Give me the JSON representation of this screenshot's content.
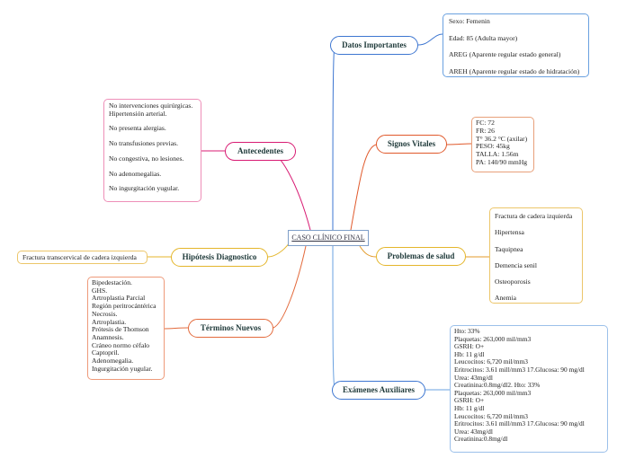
{
  "center": {
    "title": "CASO CLÍNICO FINAL"
  },
  "colors": {
    "blue": "#3d76d1",
    "red": "#e0592b",
    "orange": "#e39b2b",
    "magenta": "#d81b73",
    "amber": "#e4b62b",
    "coral": "#e36a3c",
    "lightblue": "#6aa1e0"
  },
  "branches": {
    "datos": {
      "label": "Datos Importantes",
      "lines": [
        "Sexo: Femenin",
        "Edad: 85 (Adulta mayor)",
        "AREG (Aparente regular estado general)",
        "AREH (Aparente regular estado de hidratación)"
      ]
    },
    "signos": {
      "label": "Signos Vitales",
      "lines": [
        "FC: 72",
        "FR: 26",
        "T° 36.2 °C (axilar)",
        "PESO: 45kg",
        "TALLA: 1.56m",
        "PA: 140/90 mmHg"
      ]
    },
    "problemas": {
      "label": "Problemas de salud",
      "lines": [
        "Fractura de cadera izquierda",
        "Hipertensa",
        "Taquipnea",
        "Demencia senil",
        "Osteoporosis",
        "Anemia"
      ]
    },
    "examenes": {
      "label": "Exámenes Auxiliares",
      "lines_a": [
        "Hto: 33%",
        "Plaquetas: 263,000 mil/mm3",
        "GSRH: O+",
        "Hb: 11 g/dl",
        "Leucocitos: 6,720 mil/mm3"
      ],
      "row_a": {
        "left": "Eritrocitos: 3.61 mill/mm3",
        "right": "17.Glucosa: 90 mg/dl"
      },
      "lines_b": [
        "Urea: 43mg/dl",
        "Creatinina:0.8mg/dl2. Hto: 33%",
        "Plaquetas: 263,000 mil/mm3",
        "GSRH: O+",
        "Hb: 11 g/dl",
        "Leucocitos: 6,720 mil/mm3"
      ],
      "row_b": {
        "left": "Eritrocitos: 3.61 mill/mm3",
        "right": "17.Glucosa: 90 mg/dl"
      },
      "lines_c": [
        "Urea: 43mg/dl",
        "Creatinina:0.8mg/dl"
      ]
    },
    "antecedentes": {
      "label": "Antecedentes",
      "lines": [
        "No intervenciones quirúrgicas.",
        "Hipertensión arterial.",
        "",
        "No presenta alergias.",
        "",
        "No transfusiones previas.",
        "",
        "No congestiva, no lesiones.",
        "",
        "No adenomegalias.",
        "",
        "No ingurgitación yugular."
      ]
    },
    "hipotesis": {
      "label": "Hipótesis Diagnostico",
      "lines": [
        "Fractura transcervical de cadera izquierda"
      ]
    },
    "terminos": {
      "label": "Términos Nuevos",
      "lines": [
        "Bipedestación.",
        "GHS.",
        "Artroplastia Parcial",
        "Región peritrocántérica",
        "Necrosis.",
        "Artroplastia.",
        "Prótesis de Thomson",
        "Anamnesis.",
        "Cráneo normo céfalo",
        "Captopril.",
        "Adenomegalia.",
        "Ingurgitación yugular."
      ]
    }
  }
}
